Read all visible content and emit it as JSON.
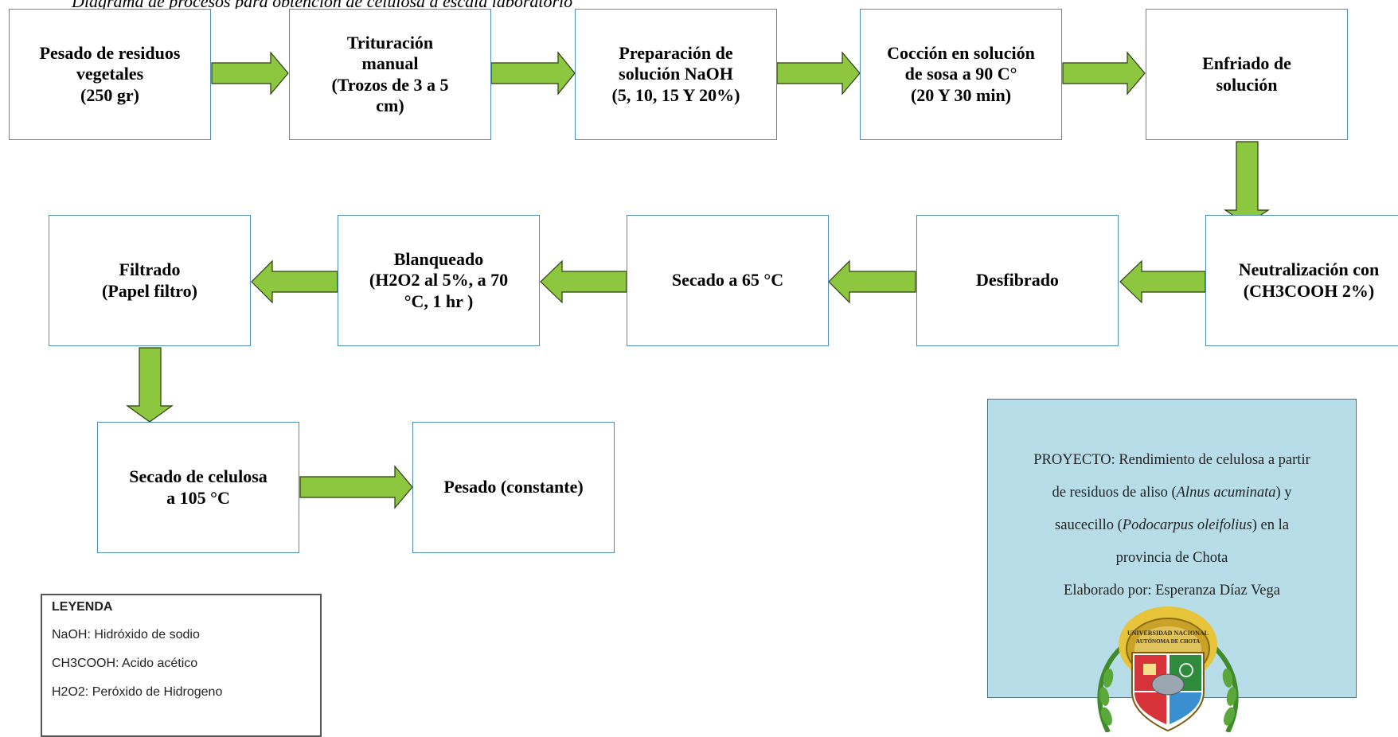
{
  "caption": "Diagrama de procesos para obtención de celulosa a escala laboratorio",
  "steps": {
    "s1": [
      "Pesado de residuos",
      "vegetales",
      "(250 gr)"
    ],
    "s2": [
      "Trituración",
      "manual",
      "(Trozos de 3 a 5",
      "cm)"
    ],
    "s3": [
      "Preparación de",
      "solución NaOH",
      "(5, 10, 15 Y 20%)"
    ],
    "s4": [
      "Cocción en solución",
      "de sosa a 90 C°",
      "(20 Y 30 min)"
    ],
    "s5": [
      "Enfriado de",
      "solución"
    ],
    "s6": [
      "Neutralización con",
      "(CH3COOH 2%)"
    ],
    "s7": [
      "Desfibrado"
    ],
    "s8": [
      "Secado a 65 °C"
    ],
    "s9": [
      "Blanqueado",
      "(H2O2 al 5%, a 70",
      "°C, 1 hr )"
    ],
    "s10": [
      "Filtrado",
      "(Papel filtro)"
    ],
    "s11": [
      "Secado de celulosa",
      "a 105 °C"
    ],
    "s12": [
      "Pesado (constante)"
    ]
  },
  "legend": {
    "title": "LEYENDA",
    "items": [
      "NaOH: Hidróxido de sodio",
      "CH3COOH: Acido acético",
      "H2O2: Peróxido de Hidrogeno"
    ]
  },
  "project": {
    "line1": "PROYECTO: Rendimiento de celulosa a partir",
    "line2_pre": "de residuos de aliso (",
    "line2_it": "Alnus acuminata",
    "line2_post": ") y",
    "line3_pre": "saucecillo (",
    "line3_it": "Podocarpus oleifolius",
    "line3_post": ") en la",
    "line4": "provincia de Chota",
    "line5": "Elaborado por: Esperanza Díaz Vega"
  },
  "seal": {
    "text_top": "UNIVERSIDAD NACIONAL",
    "text_bottom": "AUTÓNOMA DE CHOTA"
  },
  "colors": {
    "arrow_fill": "#8dc63f",
    "arrow_stroke": "#2d3b12",
    "box_border": "#4d8db5",
    "project_bg": "#b7dde8"
  }
}
